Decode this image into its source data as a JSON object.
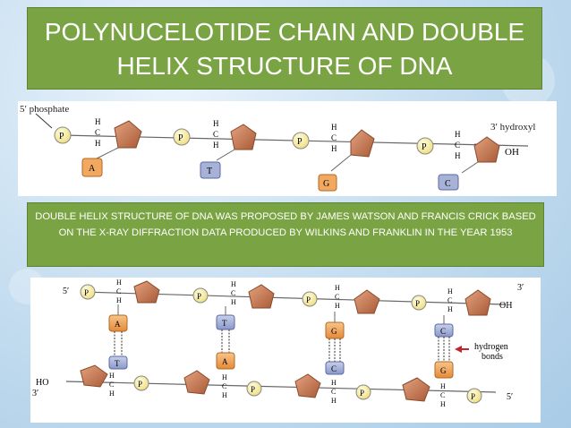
{
  "slide": {
    "title_line1": "POLYNUCELOTIDE CHAIN AND DOUBLE",
    "title_line2": "HELIX STRUCTURE OF DNA",
    "info_text": "DOUBLE HELIX STRUCTURE OF  DNA WAS PROPOSED BY JAMES WATSON AND FRANCIS CRICK BASED ON THE X-RAY DIFFRACTION DATA PRODUCED BY WILKINS AND FRANKLIN IN THE YEAR 1953"
  },
  "single_strand": {
    "label_5prime": "5′ phosphate",
    "label_3prime": "3′ hydroxyl",
    "oh": "OH",
    "phosphate": "P",
    "carbon_h": "H",
    "carbon_c": "C",
    "bases": [
      "A",
      "T",
      "G",
      "C"
    ]
  },
  "double_helix": {
    "top_5prime": "5′",
    "top_3prime": "3′",
    "top_oh": "OH",
    "bottom_ho": "HO",
    "bottom_3prime": "3′",
    "bottom_5prime": "5′",
    "phosphate": "P",
    "carbon_h": "H",
    "carbon_c": "C",
    "top_bases": [
      "A",
      "T",
      "G",
      "C"
    ],
    "bottom_bases": [
      "T",
      "A",
      "C",
      "G"
    ],
    "hydrogen_bonds_label_line1": "hydrogen",
    "hydrogen_bonds_label_line2": "bonds"
  },
  "colors": {
    "green_box": "#7aa444",
    "sugar": "#c0704a",
    "phosphate": "#fff7b0",
    "base_A": "#f2a860",
    "base_T": "#a7b2d6",
    "base_G": "#f2a860",
    "base_C": "#a7b2d6",
    "arrow": "#c0272d"
  }
}
